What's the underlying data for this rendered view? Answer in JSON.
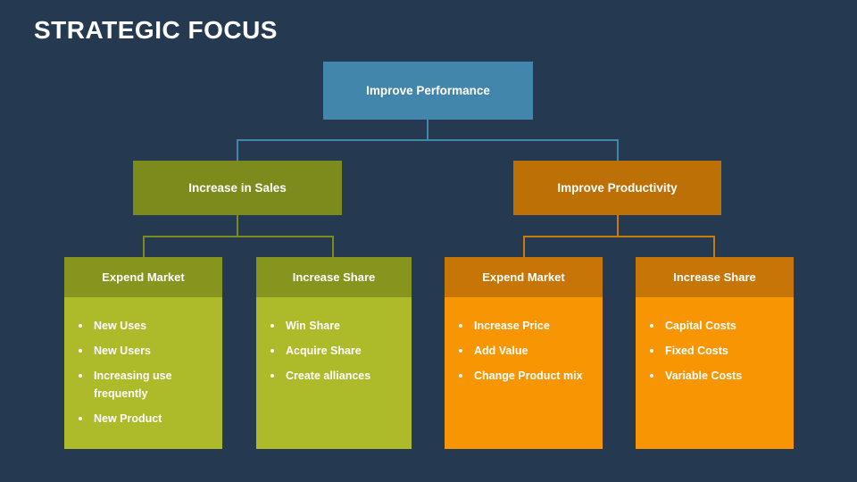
{
  "slide": {
    "title": "STRATEGIC FOCUS"
  },
  "colors": {
    "background": "#253950",
    "root_box": "#4386ac",
    "connector_blue": "#4386ac",
    "sales_box": "#7d8b1d",
    "sales_card_header": "#87951e",
    "sales_card_body": "#adba2a",
    "connector_olive": "#7d8b1d",
    "productivity_box": "#bc7005",
    "productivity_card_header": "#c77506",
    "productivity_card_body": "#f79502",
    "connector_orange": "#c87c08",
    "text": "#ffffff"
  },
  "tree": {
    "root": {
      "label": "Improve Performance"
    },
    "branches": [
      {
        "label": "Increase in Sales",
        "children": [
          {
            "header": "Expend Market",
            "items": [
              "New Uses",
              "New Users",
              "Increasing use frequently",
              "New Product"
            ]
          },
          {
            "header": "Increase Share",
            "items": [
              "Win Share",
              "Acquire  Share",
              "Create alliances"
            ]
          }
        ]
      },
      {
        "label": "Improve Productivity",
        "children": [
          {
            "header": "Expend Market",
            "items": [
              "Increase Price",
              "Add Value",
              "Change Product mix"
            ]
          },
          {
            "header": "Increase Share",
            "items": [
              "Capital Costs",
              "Fixed Costs",
              "Variable Costs"
            ]
          }
        ]
      }
    ]
  }
}
